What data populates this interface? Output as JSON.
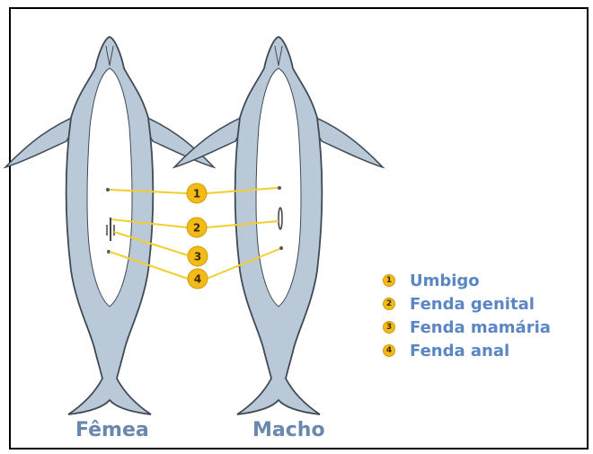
{
  "callouts": [
    "1",
    "2",
    "3",
    "4"
  ],
  "legend": [
    {
      "number": "1",
      "label": "Umbigo"
    },
    {
      "number": "2",
      "label": "Fenda genital"
    },
    {
      "number": "3",
      "label": "Fenda mamária"
    },
    {
      "number": "4",
      "label": "Fenda anal"
    }
  ],
  "labels": {
    "female": "Fêmea",
    "male": "Macho"
  },
  "colors": {
    "body_dark": "#b9c9d8",
    "belly": "#ffffff",
    "outline": "#3f4a55",
    "leader_line": "#f2cf2c",
    "badge": "#f2bb17",
    "label_text": "#6a88ad",
    "legend_text": "#5b86c4"
  }
}
